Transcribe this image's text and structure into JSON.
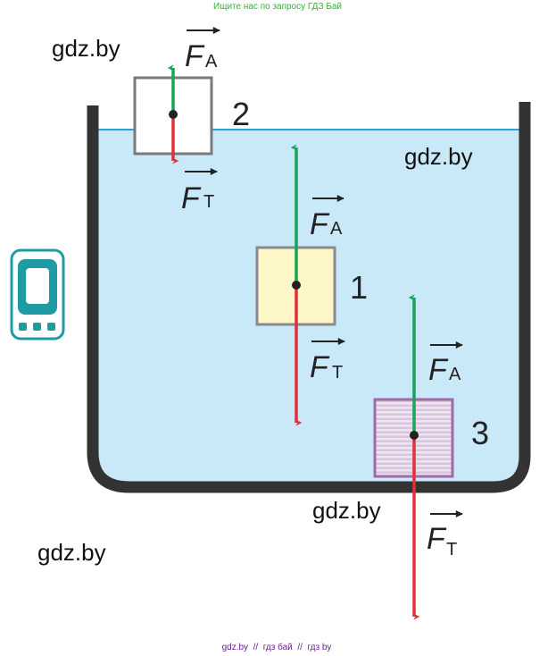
{
  "header": {
    "note": "Ищите нас по запросу ГДЗ Бай"
  },
  "watermarks": [
    "gdz.by",
    "gdz.by",
    "gdz.by",
    "gdz.by"
  ],
  "footer": {
    "text": "gdz.by  //  гдз бай  //  гдз by"
  },
  "colors": {
    "water": "#c9e8f8",
    "waterline": "#29a3df",
    "vessel": "#333333",
    "buoyant_arrow": "#1aa35a",
    "gravity_arrow": "#e0313a",
    "cube1_fill": "#fdf7c8",
    "cube2_fill": "#ffffff",
    "cube3_border": "#a06aa8",
    "phone_icon": "#1e9ba3"
  },
  "icons": {
    "phone": "mobile-phone-icon"
  },
  "force_symbol": "F",
  "bodies": [
    {
      "number": "2",
      "buoyant_sub": "A",
      "gravity_sub": "T"
    },
    {
      "number": "1",
      "buoyant_sub": "A",
      "gravity_sub": "T"
    },
    {
      "number": "3",
      "buoyant_sub": "A",
      "gravity_sub": "T"
    }
  ]
}
